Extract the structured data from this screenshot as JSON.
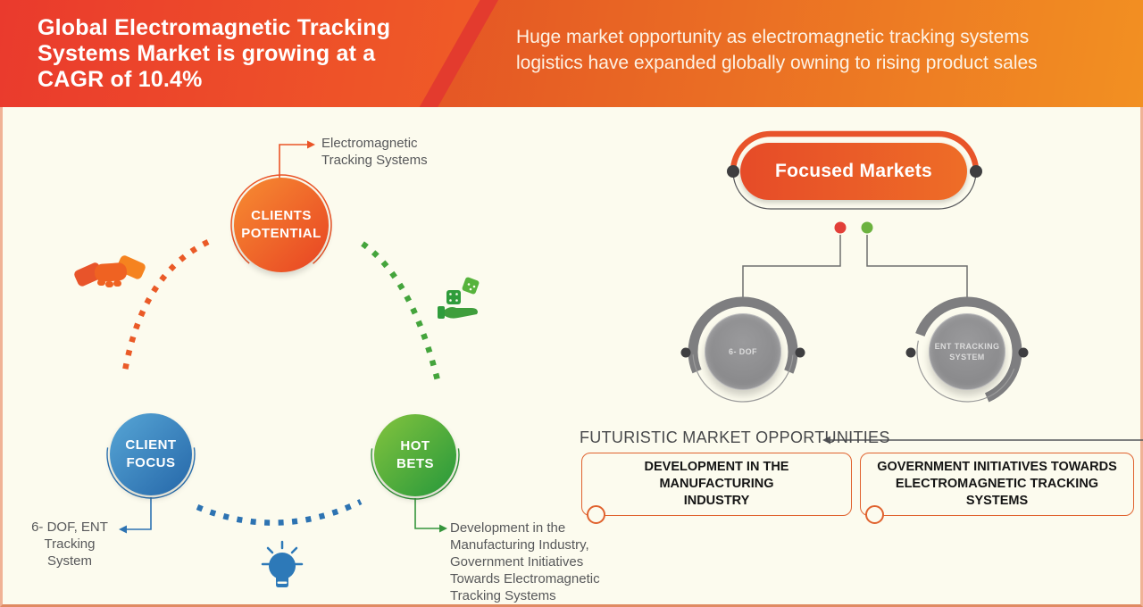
{
  "banner": {
    "title": "Global Electromagnetic Tracking\nSystems Market is growing at a\nCAGR of 10.4%",
    "subtitle": "Huge market opportunity as electromagnetic tracking systems\nlogistics have expanded globally owning to rising product sales"
  },
  "left_diagram": {
    "clients_potential": {
      "label": "CLIENTS\nPOTENTIAL",
      "callout": "Electromagnetic\nTracking Systems"
    },
    "client_focus": {
      "label": "CLIENT\nFOCUS",
      "callout": "6- DOF, ENT\nTracking System"
    },
    "hot_bets": {
      "label": "HOT\nBETS",
      "callout": "Development in the\nManufacturing Industry,\nGovernment Initiatives\nTowards Electromagnetic\nTracking Systems"
    }
  },
  "right_diagram": {
    "focused_markets_label": "Focused Markets",
    "market_nodes": [
      {
        "label": "6- DOF"
      },
      {
        "label": "ENT TRACKING\nSYSTEM"
      }
    ],
    "opportunities": {
      "heading": "FUTURISTIC MARKET OPPORTUNITIES",
      "items": [
        {
          "label": "DEVELOPMENT IN THE MANUFACTURING\nINDUSTRY"
        },
        {
          "label": "GOVERNMENT INITIATIVES TOWARDS\nELECTROMAGNETIC TRACKING SYSTEMS"
        }
      ]
    }
  },
  "colors": {
    "banner_gradient_left": "#ea3a2d",
    "banner_gradient_right": "#f29022",
    "banner_stripe": "#e33b2e",
    "background": "#fcfbee",
    "frame_border": "#e08a62",
    "accent_orange": "#ea5427",
    "accent_blue": "#2d73b2",
    "accent_green": "#3f9e3c",
    "gray_node": "#8a8a8c",
    "dark_dot": "#3e3e40",
    "red_dot": "#e23f38",
    "green_dot": "#6cb23f",
    "text_dark": "#57585a",
    "box_border": "#e0622e"
  }
}
